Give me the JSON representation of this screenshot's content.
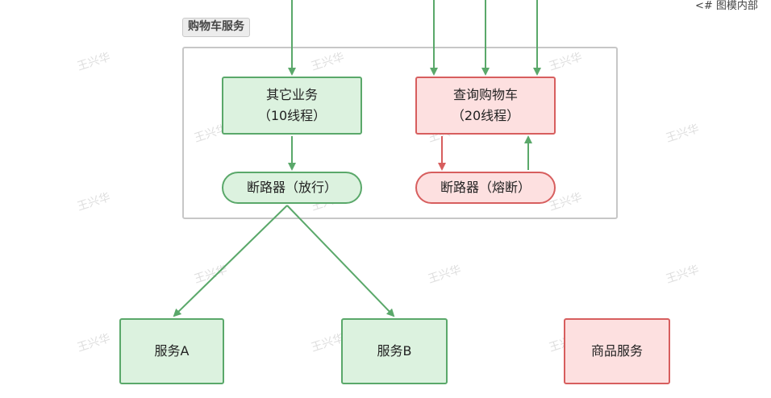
{
  "header": {
    "corner_label": "<# 图模内部"
  },
  "group": {
    "label": "购物车服务"
  },
  "nodes": {
    "other_biz": {
      "title": "其它业务",
      "subtitle": "（10线程）"
    },
    "query_cart": {
      "title": "查询购物车",
      "subtitle": "（20线程）"
    },
    "breaker_open": {
      "label": "断路器（放行）"
    },
    "breaker_fused": {
      "label": "断路器（熔断）"
    },
    "service_a": {
      "label": "服务A"
    },
    "service_b": {
      "label": "服务B"
    },
    "product_service": {
      "label": "商品服务"
    }
  },
  "watermark": "王兴华",
  "colors": {
    "green_fill": "#dcf2df",
    "green_stroke": "#5aa86a",
    "red_fill": "#fde0e0",
    "red_stroke": "#d75e5e",
    "container_stroke": "#c7c7c7"
  }
}
